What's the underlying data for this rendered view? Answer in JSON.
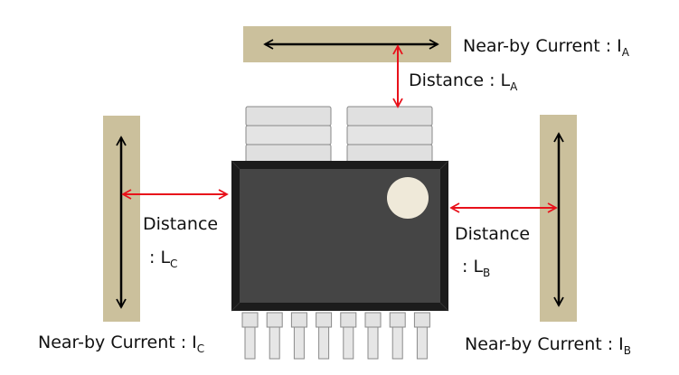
{
  "labels": {
    "current_a": {
      "prefix": "Near-by Current : I",
      "sub": "A"
    },
    "current_b": {
      "prefix": "Near-by Current : I",
      "sub": "B"
    },
    "current_c": {
      "prefix": "Near-by Current : I",
      "sub": "C"
    },
    "distance_a": {
      "prefix": "Distance : L",
      "sub": "A"
    },
    "distance_b": {
      "line1": "Distance",
      "prefix": ": L",
      "sub": "B"
    },
    "distance_c": {
      "line1": "Distance",
      "prefix": ": L",
      "sub": "C"
    }
  },
  "colors": {
    "conductor": "#cbc09c",
    "package_body": "#454545",
    "package_bevel": "#1c1c1c",
    "heatsink_fin": "#e0e0e0",
    "pin_marker": "#efe9d9",
    "distance_arrow": "#e8111b",
    "current_arrow": "#000000"
  }
}
